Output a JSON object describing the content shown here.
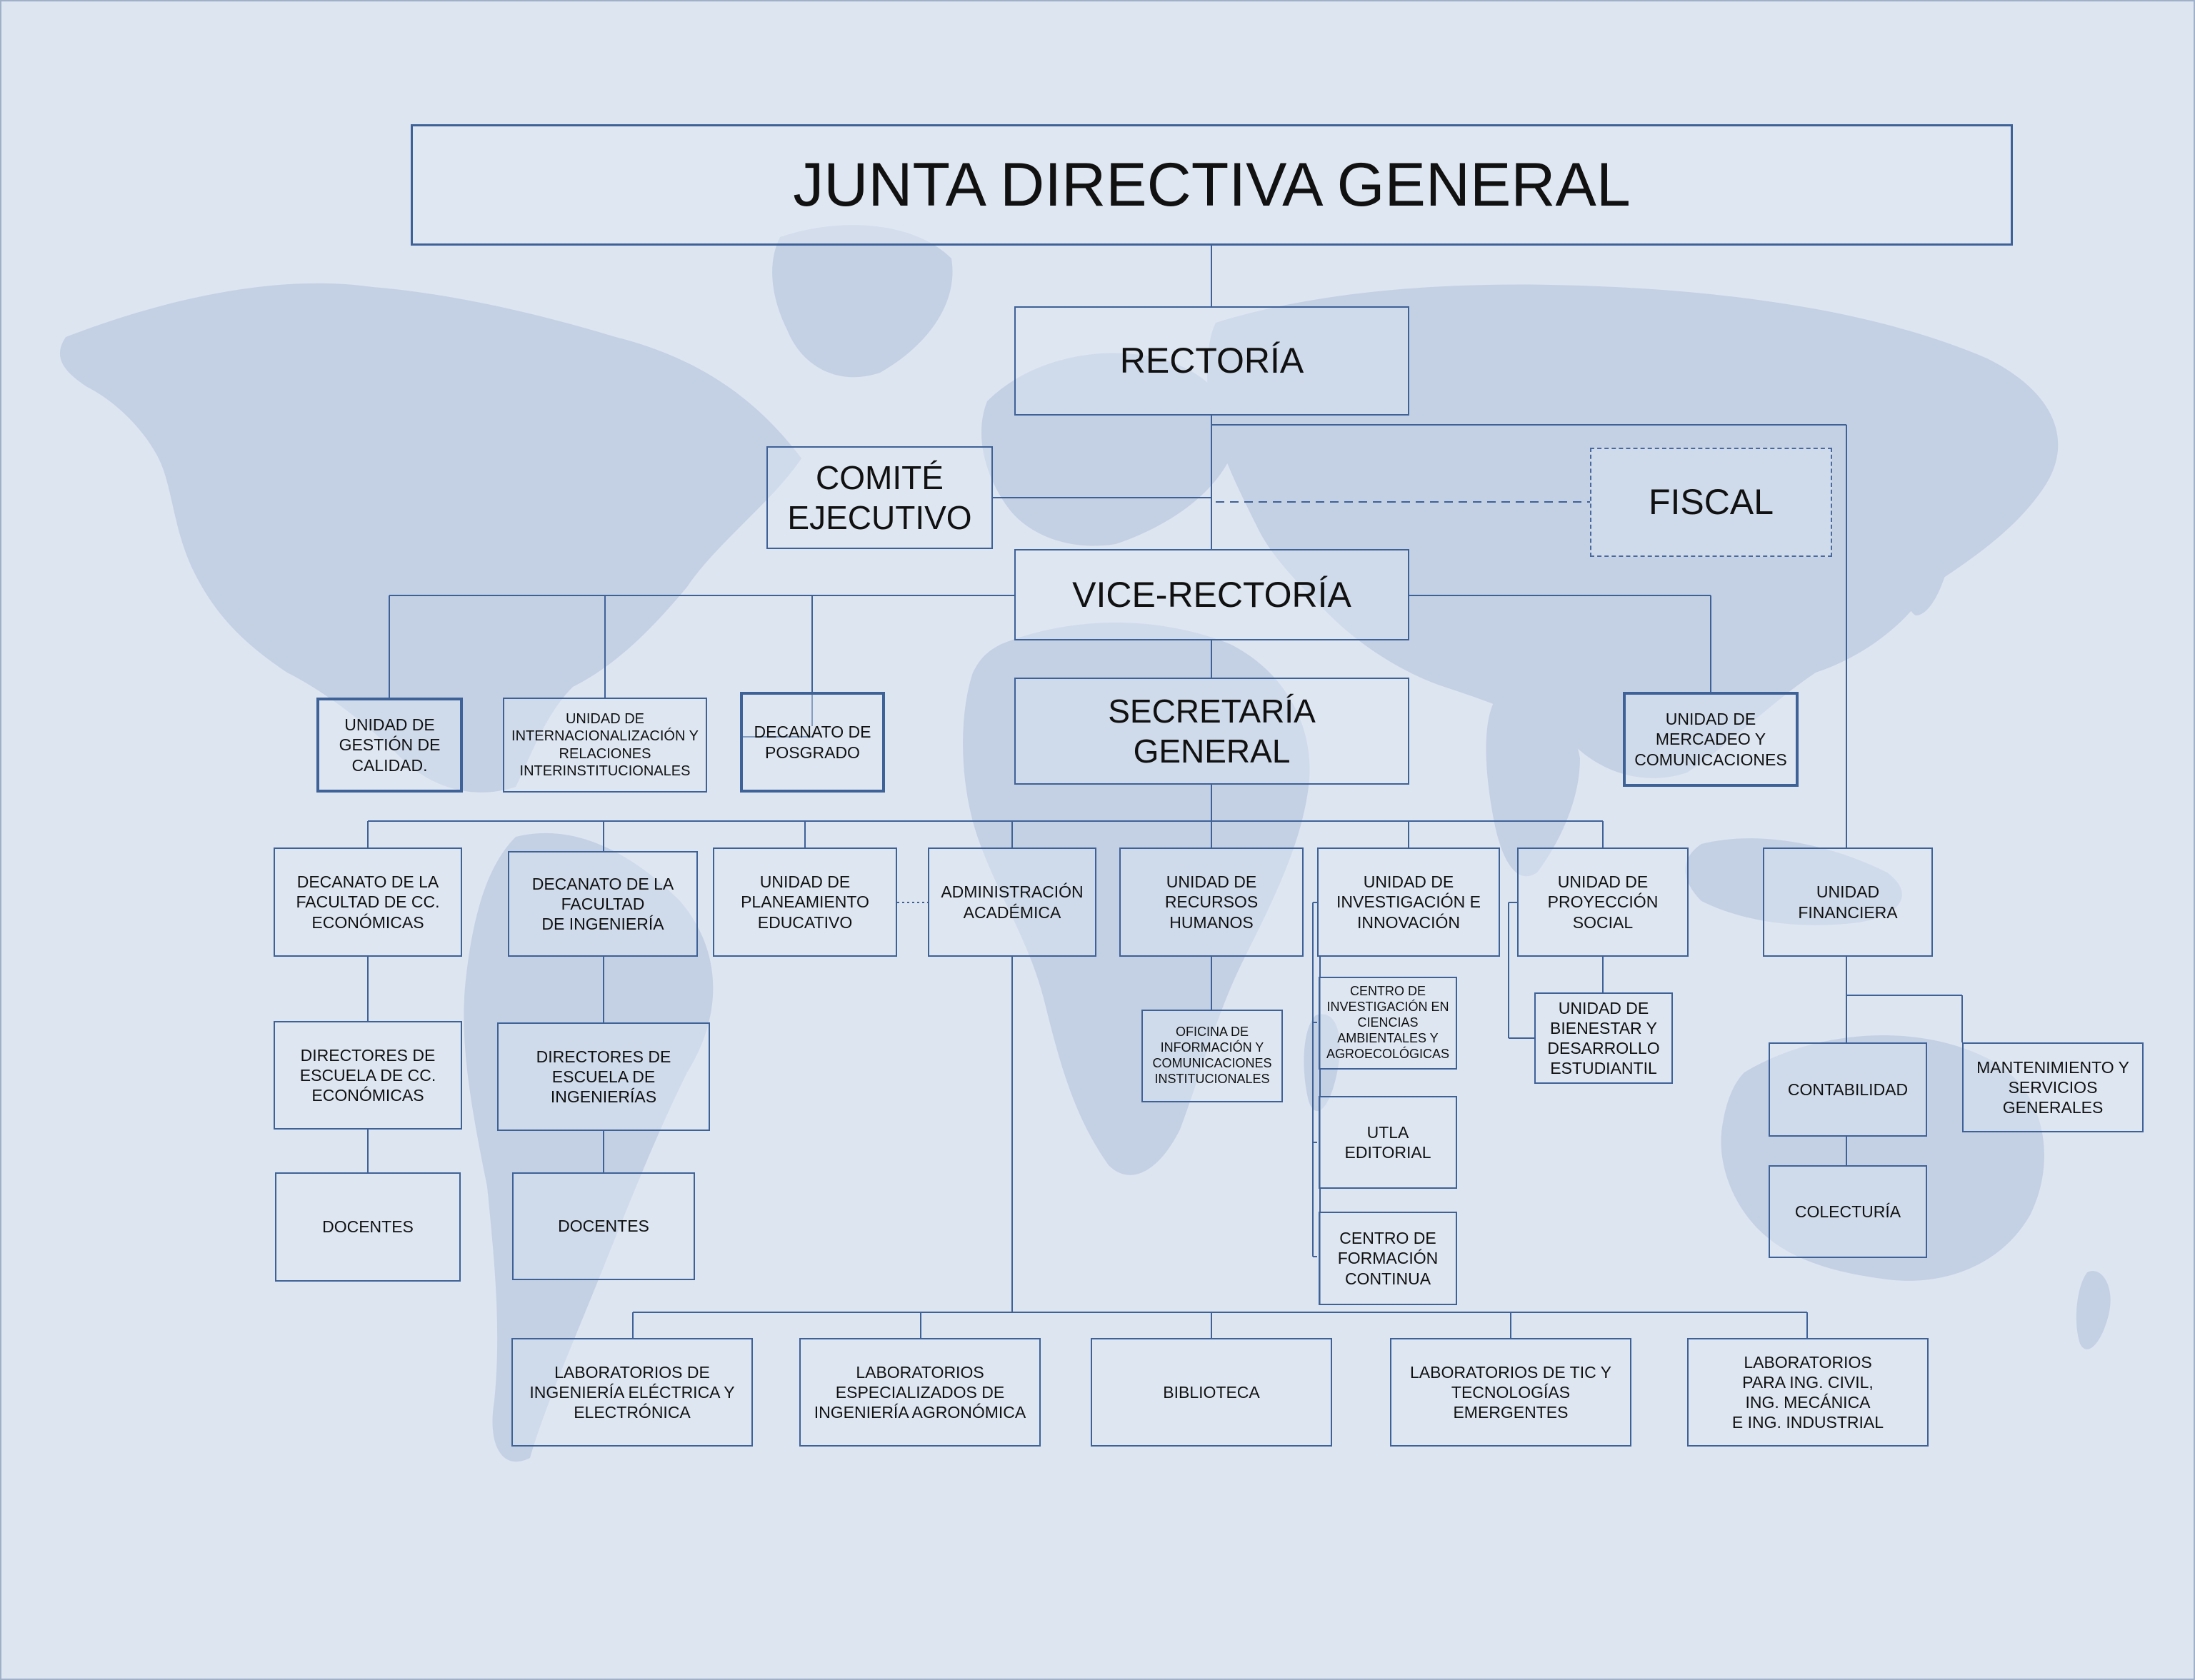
{
  "colors": {
    "background": "#dde5f0",
    "map": "#c4d1e5",
    "line": "#3e6197"
  },
  "boxes": {
    "junta": "JUNTA DIRECTIVA GENERAL",
    "rectoria": "RECTORÍA",
    "comite": "COMITÉ\nEJECUTIVO",
    "fiscal": "FISCAL",
    "vicerrectoria": "VICE-RECTORÍA",
    "secretaria": "SECRETARÍA\nGENERAL",
    "gestion_calidad": "UNIDAD DE\nGESTIÓN DE\nCALIDAD.",
    "internacionalizacion": "UNIDAD DE\nINTERNACIONALIZACIÓN Y\nRELACIONES\nINTERINSTITUCIONALES",
    "posgrado": "DECANATO DE\nPOSGRADO",
    "mercadeo": "UNIDAD DE\nMERCADEO Y\nCOMUNICACIONES",
    "decanato_economicas": "DECANATO DE LA\nFACULTAD DE CC.\nECONÓMICAS",
    "decanato_ingenieria": "DECANATO DE LA\nFACULTAD\nDE INGENIERÍA",
    "planeamiento": "UNIDAD DE\nPLANEAMIENTO\nEDUCATIVO",
    "administracion": "ADMINISTRACIÓN\nACADÉMICA",
    "recursos_humanos": "UNIDAD DE\nRECURSOS\nHUMANOS",
    "investigacion": "UNIDAD DE\nINVESTIGACIÓN E\nINNOVACIÓN",
    "proyeccion": "UNIDAD DE\nPROYECCIÓN\nSOCIAL",
    "financiera": "UNIDAD\nFINANCIERA",
    "directores_economicas": "DIRECTORES DE\nESCUELA DE CC.\nECONÓMICAS",
    "directores_ingenierias": "DIRECTORES DE\nESCUELA DE\nINGENIERÍAS",
    "docentes_1": "DOCENTES",
    "docentes_2": "DOCENTES",
    "oficina_informacion": "OFICINA DE\nINFORMACIÓN Y\nCOMUNICACIONES\nINSTITUCIONALES",
    "centro_investigacion": "CENTRO DE\nINVESTIGACIÓN EN\nCIENCIAS\nAMBIENTALES Y\nAGROECOLÓGICAS",
    "utla_editorial": "UTLA\nEDITORIAL",
    "centro_formacion": "CENTRO DE\nFORMACIÓN\nCONTINUA",
    "bienestar": "UNIDAD DE\nBIENESTAR Y\nDESARROLLO\nESTUDIANTIL",
    "contabilidad": "CONTABILIDAD",
    "mantenimiento": "MANTENIMIENTO Y\nSERVICIOS\nGENERALES",
    "colecturia": "COLECTURÍA",
    "lab_electrica": "LABORATORIOS DE\nINGENIERÍA ELÉCTRICA Y\nELECTRÓNICA",
    "lab_agronomica": "LABORATORIOS\nESPECIALIZADOS DE\nINGENIERÍA AGRONÓMICA",
    "biblioteca": "BIBLIOTECA",
    "lab_tic": "LABORATORIOS DE TIC Y\nTECNOLOGÍAS\nEMERGENTES",
    "lab_civil": "LABORATORIOS\nPARA  ING. CIVIL,\nING. MECÁNICA\nE ING. INDUSTRIAL"
  }
}
